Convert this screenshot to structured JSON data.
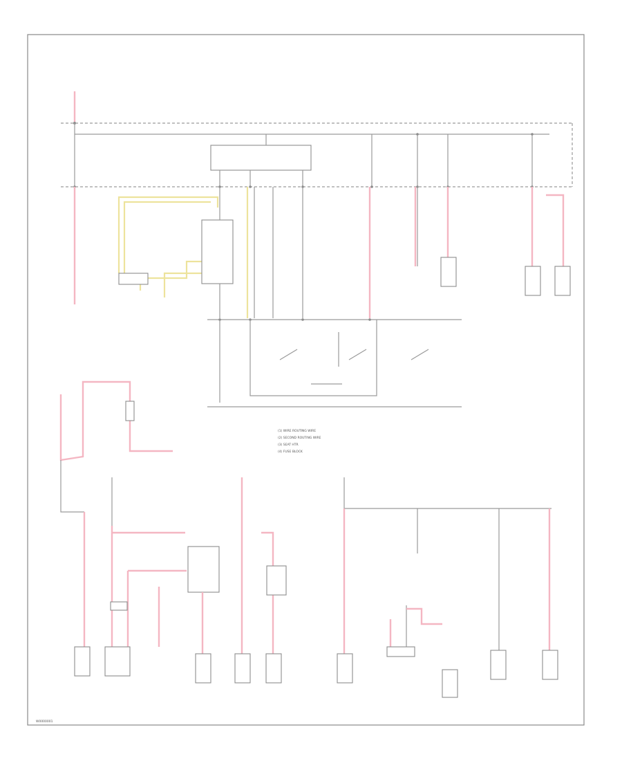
{
  "labels": {
    "footer": "W0000001",
    "legend": [
      "(1) WIRE ROUTING WIRE",
      "(2) SECOND ROUTING WIRE",
      "(3) SEAT HTR",
      "(4) FUSE BLOCK"
    ]
  },
  "colors": {
    "wire_pink": "#f4b6c2",
    "wire_yellow": "#ede39c",
    "wire_grey": "#9a9a9a",
    "frame": "#888888"
  }
}
